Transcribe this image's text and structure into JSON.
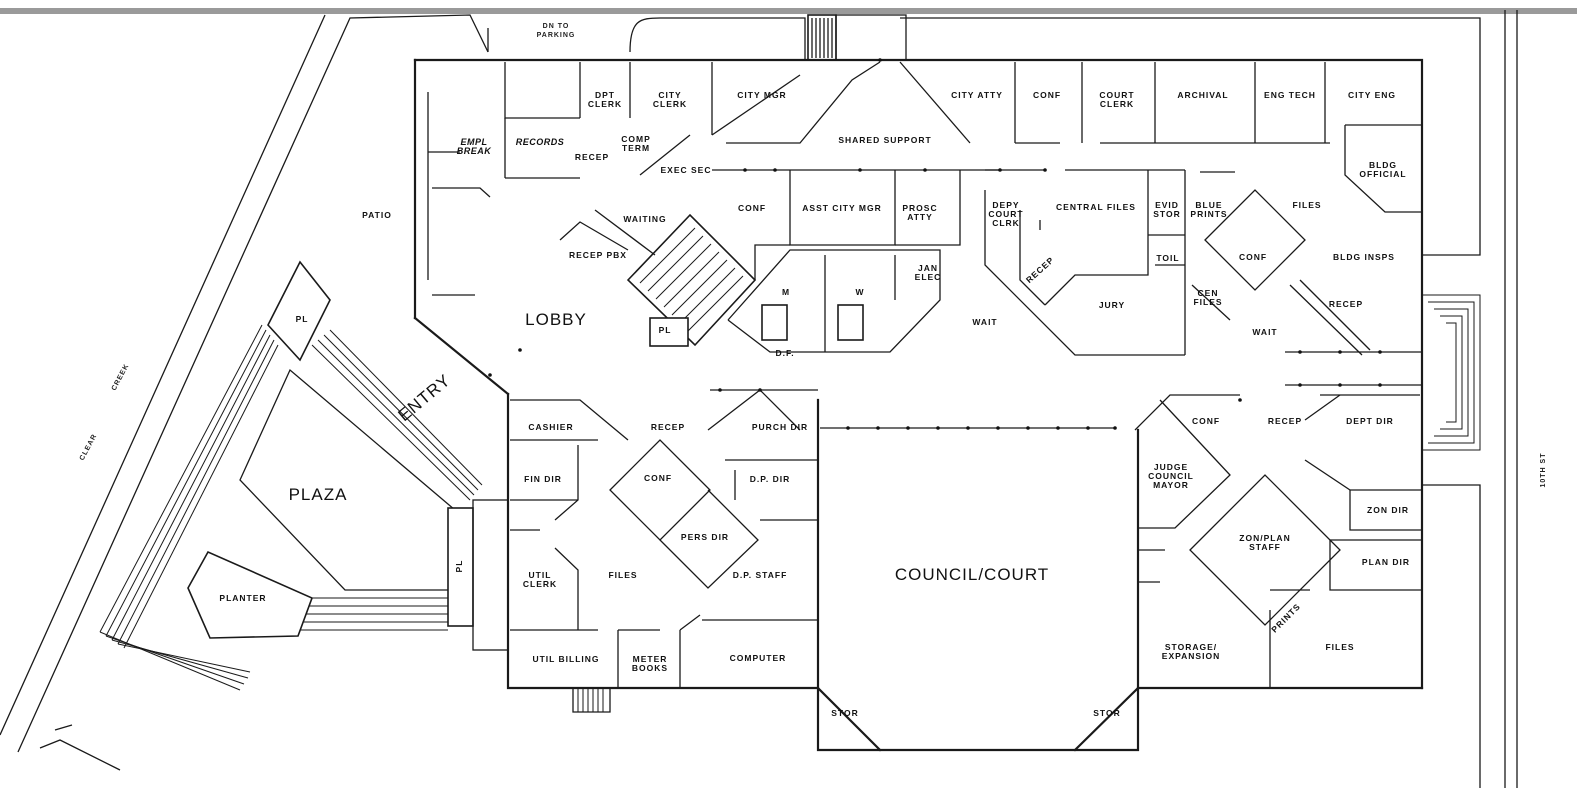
{
  "exterior": {
    "dn_to_parking": [
      "DN TO",
      "PARKING"
    ],
    "clear": "CLEAR",
    "creek": "CREEK",
    "tenth_st": "10TH ST"
  },
  "large_labels": {
    "lobby": "LOBBY",
    "entry": "ENTRY",
    "plaza": "PLAZA",
    "council_court": "COUNCIL/COURT"
  },
  "italic_labels": {
    "empl_break": [
      "EMPL",
      "BREAK"
    ],
    "records": "RECORDS"
  },
  "rooms": {
    "dpt_clerk": [
      "DPT",
      "CLERK"
    ],
    "city_clerk": [
      "CITY",
      "CLERK"
    ],
    "city_mgr": "CITY MGR",
    "city_atty": "CITY ATTY",
    "conf_top": "CONF",
    "court_clerk": [
      "COURT",
      "CLERK"
    ],
    "archival": "ARCHIVAL",
    "eng_tech": "ENG TECH",
    "city_eng": "CITY ENG",
    "shared_support": "SHARED SUPPORT",
    "comp_term": [
      "COMP",
      "TERM"
    ],
    "recep_nw": "RECEP",
    "exec_sec": "EXEC SEC",
    "patio": "PATIO",
    "waiting": "WAITING",
    "recep_pbx": "RECEP PBX",
    "conf_mid": "CONF",
    "asst_city_mgr": "ASST CITY MGR",
    "prosc_atty": [
      "PROSC",
      "ATTY"
    ],
    "jan_elec": [
      "JAN",
      "ELEC"
    ],
    "men": "M",
    "women": "W",
    "df": "D.F.",
    "pl_stair": "PL",
    "pl_nw": "PL",
    "pl_plaza": "PL",
    "depy_court_clerk": [
      "DEPY",
      "COURT",
      "CLRK"
    ],
    "central_files": "CENTRAL FILES",
    "evid_stor": [
      "EVID",
      "STOR"
    ],
    "blue_prints": [
      "BLUE",
      "PRINTS"
    ],
    "files_ne": "FILES",
    "bldg_official": [
      "BLDG",
      "OFFICIAL"
    ],
    "recep_court": "RECEP",
    "toil": "TOIL",
    "conf_ne": "CONF",
    "bldg_insps": "BLDG INSPS",
    "jury": "JURY",
    "wait_mid": "WAIT",
    "cen_files": [
      "CEN",
      "FILES"
    ],
    "recep_ne": "RECEP",
    "wait_ne": "WAIT",
    "cashier": "CASHIER",
    "recep_sw": "RECEP",
    "purch_dir": "PURCH DIR",
    "fin_dir": "FIN DIR",
    "conf_sw": "CONF",
    "dp_dir": "D.P. DIR",
    "pers_dir": "PERS DIR",
    "util_clerk": [
      "UTIL",
      "CLERK"
    ],
    "files_sw": "FILES",
    "dp_staff": "D.P. STAFF",
    "util_billing": "UTIL BILLING",
    "meter_books": [
      "METER",
      "BOOKS"
    ],
    "computer": "COMPUTER",
    "stor_w": "STOR",
    "stor_e": "STOR",
    "planter": "PLANTER",
    "conf_se": "CONF",
    "recep_se": "RECEP",
    "dept_dir": "DEPT DIR",
    "judge_council_mayor": [
      "JUDGE",
      "COUNCIL",
      "MAYOR"
    ],
    "zon_dir": "ZON DIR",
    "zon_plan_staff": [
      "ZON/PLAN",
      "STAFF"
    ],
    "plan_dir": "PLAN DIR",
    "prints": "PRINTS",
    "storage_expansion": [
      "STORAGE/",
      "EXPANSION"
    ],
    "files_se": "FILES"
  }
}
